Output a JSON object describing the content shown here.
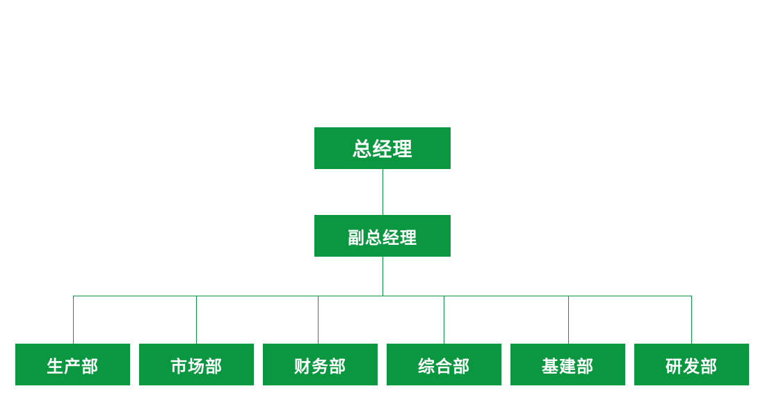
{
  "colors": {
    "node_fill": "#0b9640",
    "node_text": "#ffffff",
    "connector": "#0b9640"
  },
  "org": {
    "top": {
      "label": "总经理"
    },
    "deputy": {
      "label": "副总经理"
    },
    "departments": [
      {
        "label": "生产部"
      },
      {
        "label": "市场部"
      },
      {
        "label": "财务部"
      },
      {
        "label": "综合部"
      },
      {
        "label": "基建部"
      },
      {
        "label": "研发部"
      }
    ]
  }
}
